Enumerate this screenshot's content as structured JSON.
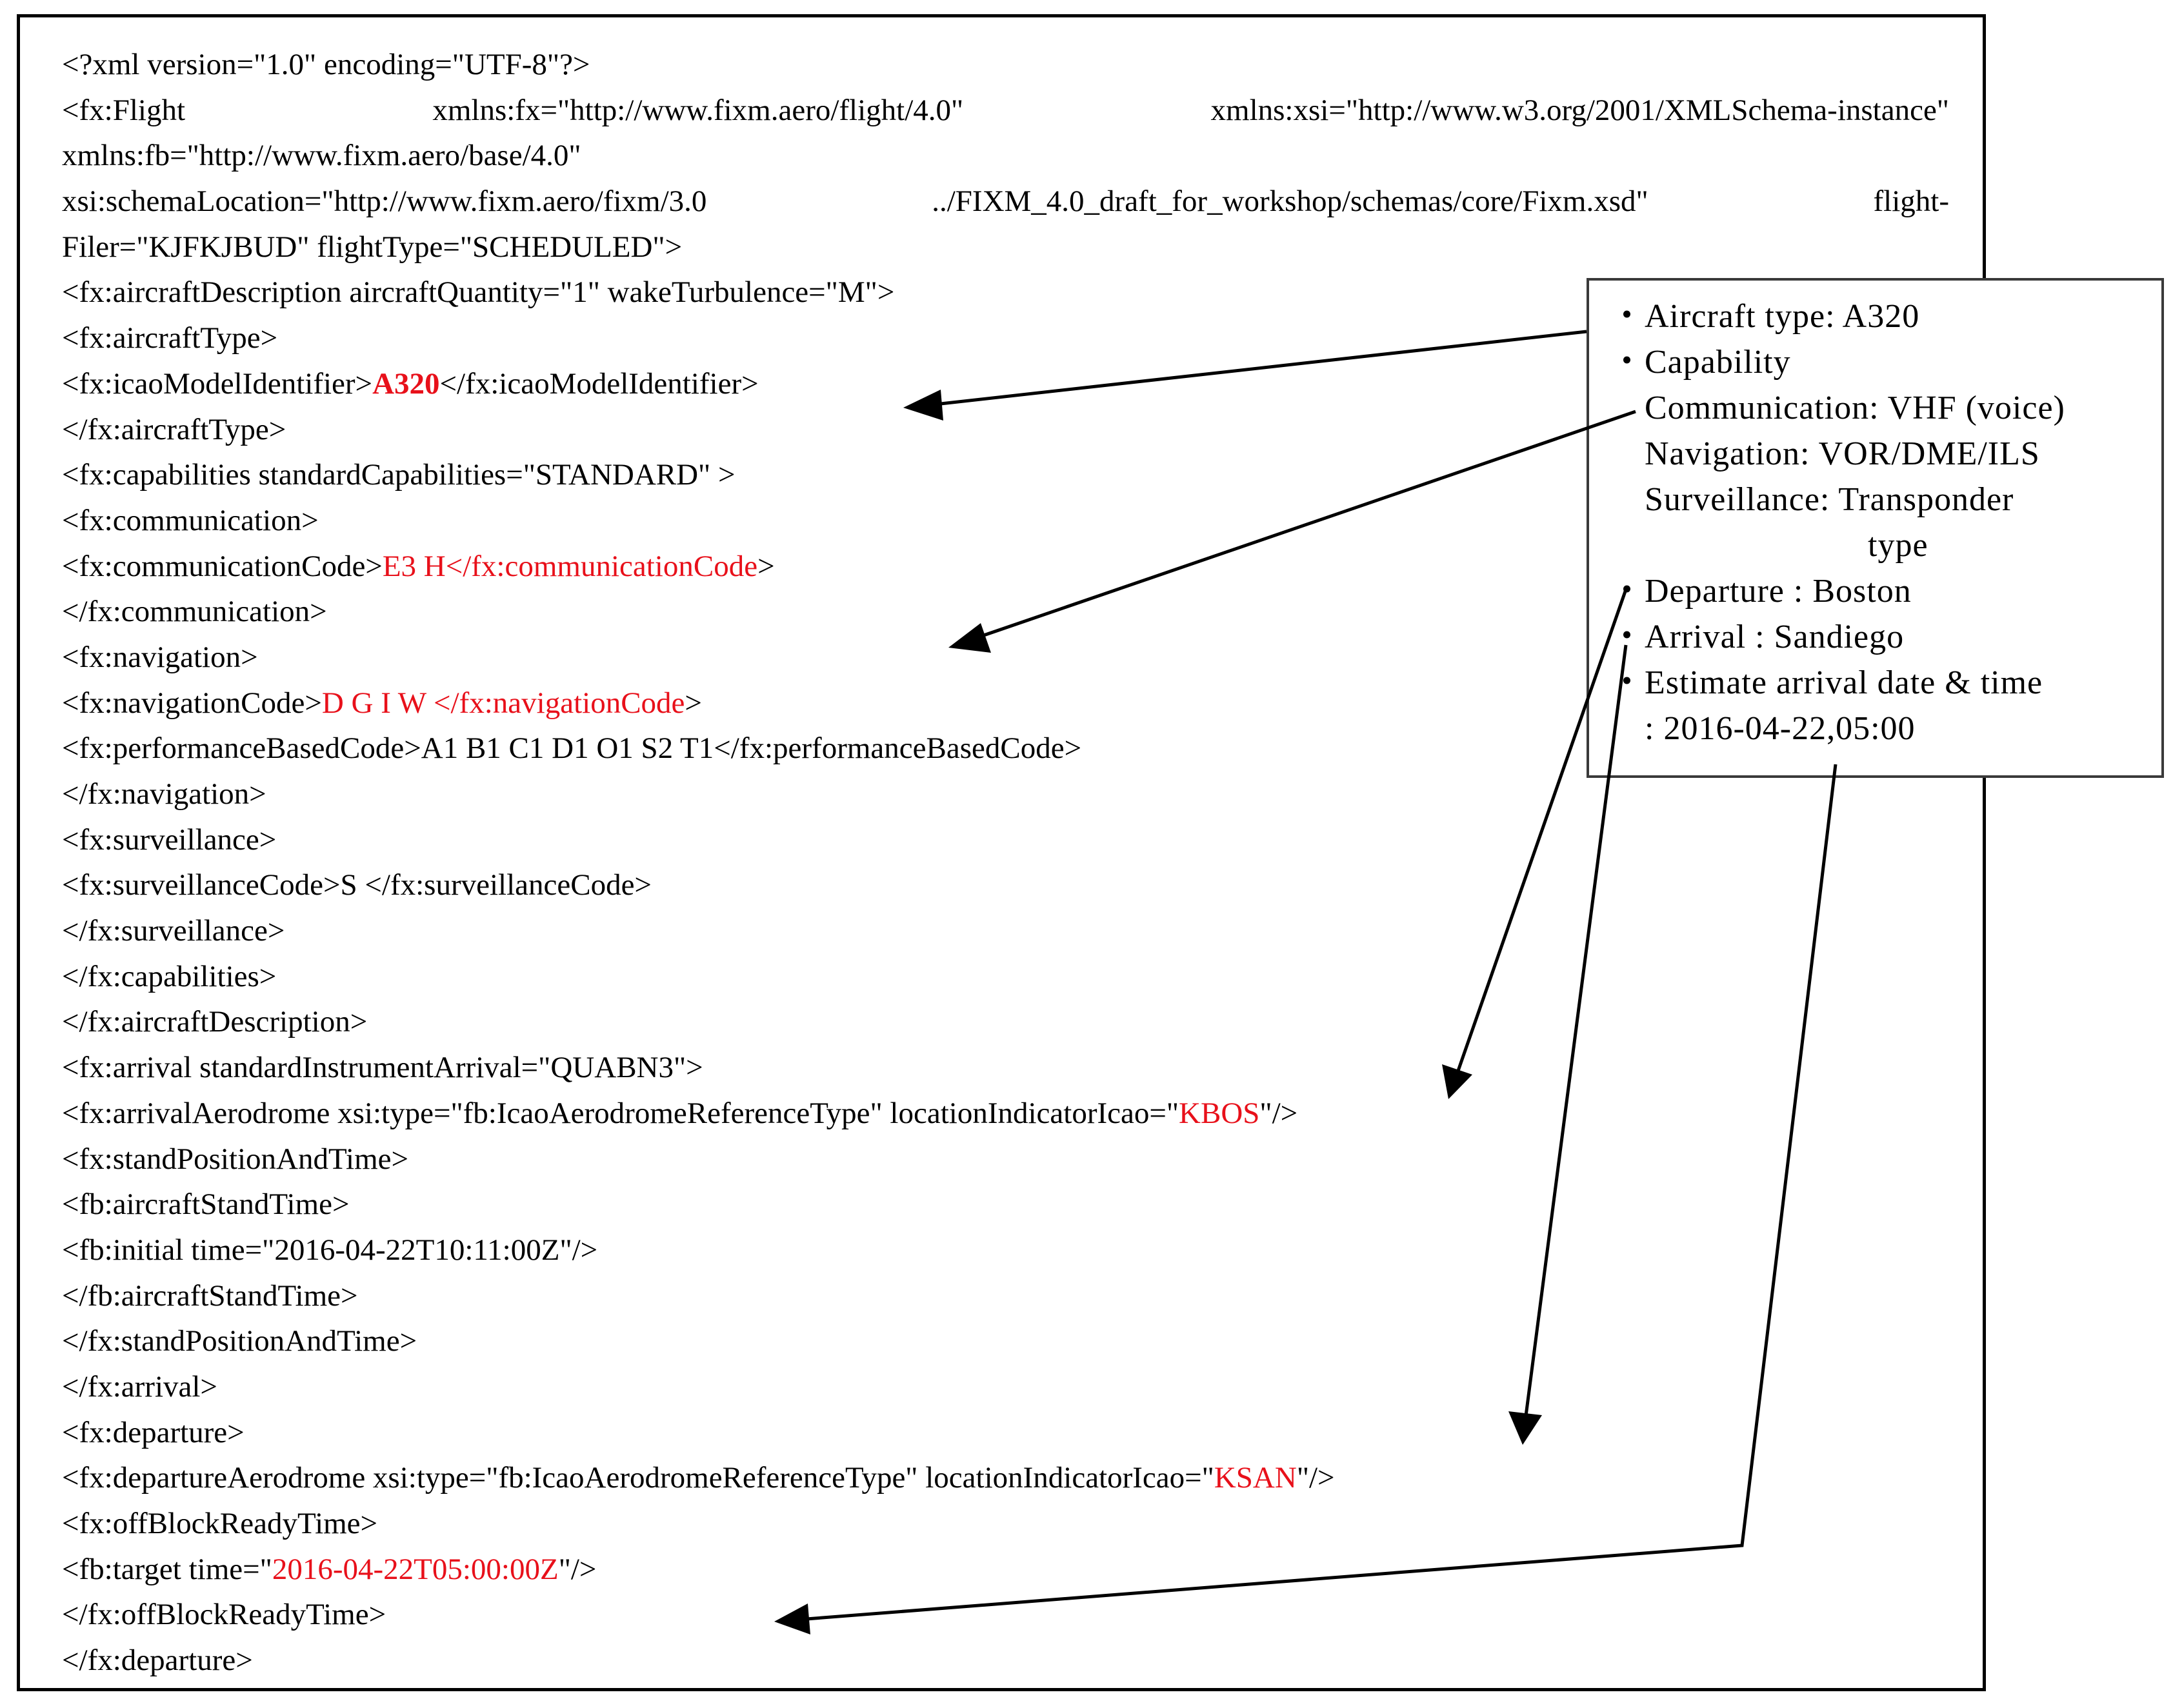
{
  "xml_lines": [
    {
      "parts": [
        "<?xml version=\"1.0\" encoding=\"UTF-8\"?>"
      ]
    },
    {
      "parts": [
        "<fx:Flight",
        "xmlns:fx=\"http://www.fixm.aero/flight/4.0\"",
        "xmlns:xsi=\"http://www.w3.org/2001/XMLSchema-instance\""
      ],
      "justify": true
    },
    {
      "parts": [
        "xmlns:fb=\"http://www.fixm.aero/base/4.0\""
      ]
    },
    {
      "parts": [
        "xsi:schemaLocation=\"http://www.fixm.aero/fixm/3.0",
        "../FIXM_4.0_draft_for_workshop/schemas/core/Fixm.xsd\"",
        "flight-"
      ],
      "justify": true
    },
    {
      "parts": [
        "Filer=\"KJFKJBUD\" flightType=\"SCHEDULED\">"
      ]
    },
    {
      "parts": [
        "<fx:aircraftDescription aircraftQuantity=\"1\" wakeTurbulence=\"M\">"
      ]
    },
    {
      "parts": [
        "<fx:aircraftType>"
      ]
    },
    {
      "parts": [
        "<fx:icaoModelIdentifier>",
        "A320",
        "</fx:icaoModelIdentifier>"
      ],
      "red": [
        1
      ],
      "bold": [
        1
      ]
    },
    {
      "parts": [
        "</fx:aircraftType>"
      ]
    },
    {
      "parts": [
        "<fx:capabilities standardCapabilities=\"STANDARD\" >"
      ]
    },
    {
      "parts": [
        "<fx:communication>"
      ]
    },
    {
      "parts": [
        "<fx:communicationCode>",
        "E3 H</fx:communicationCode",
        ">"
      ],
      "red": [
        1
      ]
    },
    {
      "parts": [
        "</fx:communication>"
      ]
    },
    {
      "parts": [
        "<fx:navigation>"
      ]
    },
    {
      "parts": [
        "<fx:navigationCode>",
        "D G I W </fx:navigationCode",
        ">"
      ],
      "red": [
        1
      ]
    },
    {
      "parts": [
        "<fx:performanceBasedCode>A1 B1 C1 D1 O1 S2 T1</fx:performanceBasedCode>"
      ]
    },
    {
      "parts": [
        "</fx:navigation>"
      ]
    },
    {
      "parts": [
        "<fx:surveillance>"
      ]
    },
    {
      "parts": [
        "<fx:surveillanceCode>S </fx:surveillanceCode>"
      ]
    },
    {
      "parts": [
        "</fx:surveillance>"
      ]
    },
    {
      "parts": [
        "</fx:capabilities>"
      ]
    },
    {
      "parts": [
        "</fx:aircraftDescription>"
      ]
    },
    {
      "parts": [
        "<fx:arrival standardInstrumentArrival=\"QUABN3\">"
      ]
    },
    {
      "parts": [
        "<fx:arrivalAerodrome xsi:type=\"fb:IcaoAerodromeReferenceType\" locationIndicatorIcao=\"",
        "KBOS",
        "\"/>"
      ],
      "red": [
        1
      ]
    },
    {
      "parts": [
        "<fx:standPositionAndTime>"
      ]
    },
    {
      "parts": [
        "<fb:aircraftStandTime>"
      ]
    },
    {
      "parts": [
        "<fb:initial time=\"2016-04-22T10:11:00Z\"/>"
      ]
    },
    {
      "parts": [
        "</fb:aircraftStandTime>"
      ]
    },
    {
      "parts": [
        "</fx:standPositionAndTime>"
      ]
    },
    {
      "parts": [
        "</fx:arrival>"
      ]
    },
    {
      "parts": [
        "<fx:departure>"
      ]
    },
    {
      "parts": [
        "<fx:departureAerodrome xsi:type=\"fb:IcaoAerodromeReferenceType\" locationIndicatorIcao=\"",
        "KSAN",
        "\"/>"
      ],
      "red": [
        1
      ]
    },
    {
      "parts": [
        "<fx:offBlockReadyTime>"
      ]
    },
    {
      "parts": [
        "<fb:target time=\"",
        "2016-04-22T05:00:00Z",
        "\"/>"
      ],
      "red": [
        1
      ]
    },
    {
      "parts": [
        "</fx:offBlockReadyTime>"
      ]
    },
    {
      "parts": [
        "</fx:departure>"
      ]
    }
  ],
  "info_box": [
    {
      "bullet": "・",
      "text": "Aircraft type: A320"
    },
    {
      "bullet": "・",
      "text": "Capability"
    },
    {
      "indent": 1,
      "text": "Communication: VHF (voice)"
    },
    {
      "indent": 1,
      "text": "Navigation: VOR/DME/ILS"
    },
    {
      "indent": 1,
      "text": "Surveillance: Transponder"
    },
    {
      "indent": 2,
      "text": "type"
    },
    {
      "bullet": "・",
      "text": "Departure : Boston"
    },
    {
      "bullet": "・",
      "text": "Arrival : Sandiego"
    },
    {
      "bullet": "・",
      "text": "Estimate arrival date & time"
    },
    {
      "indent": 1,
      "text": ": 2016-04-22,05:00"
    }
  ],
  "colors": {
    "highlight": "#e8101a",
    "text": "#000000",
    "arrow": "#000000"
  }
}
